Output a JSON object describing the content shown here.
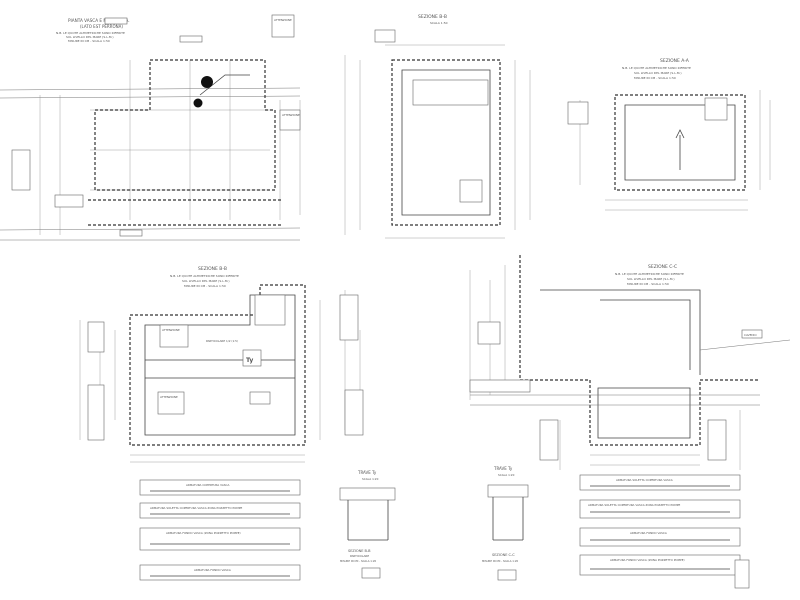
{
  "sheet": {
    "view_plan": {
      "title_line1": "PIANTA VASCA E MURI IN C.A.",
      "title_line2": "(LATO EST PERRONA)",
      "note1": "N.B. LE QUOTE ALTIMETRICHE SONO RIFERITE",
      "note2": "SUL LIVELLO DEL MARE (S.L.M.)",
      "scale": "MISURE IN CM - SCALA 1:50"
    },
    "section_bb": {
      "title": "SEZIONE B-B",
      "scale": "SCALA 1:50"
    },
    "section_aa": {
      "title": "SEZIONE A-A",
      "note1": "N.B. LE QUOTE ALTIMETRICHE SONO RIFERITE",
      "note2": "SUL LIVELLO DEL MARE (S.L.M.)",
      "scale": "MISURE IN CM - SCALA 1:50"
    },
    "section_bb2": {
      "title": "SEZIONE B-B",
      "note1": "N.B. LE QUOTE ALTIMETRICHE SONO RIFERITE",
      "note2": "SUL LIVELLO DEL MARE (S.L.M.)",
      "scale": "MISURE IN CM - SCALA 1:50",
      "tag_ty": "Ty",
      "note_part": "PARTICOLARE 1/2 (1:5)"
    },
    "section_cc": {
      "title": "SEZIONE C-C",
      "note1": "N.B. LE QUOTE ALTIMETRICHE SONO RIFERITE",
      "note2": "SUL LIVELLO DEL MARE (S.L.M.)",
      "scale": "MISURE IN CM - SCALA 1:50"
    },
    "trave1": {
      "title": "TRAVE Ty",
      "scale": "SCALA 1:20",
      "detail_title": "SEZIONE B-B",
      "detail_sub": "PARTICOLARE",
      "detail_scale": "MISURE IN CM - SCALA 1:20"
    },
    "trave2": {
      "title": "TRAVE Ty",
      "scale": "SCALA 1:20",
      "detail_title": "SEZIONE C-C",
      "detail_scale": "MISURE IN CM - SCALA 1:20"
    },
    "schedules_left": [
      "ARMATURA COPERTURA VASCA",
      "ARMATURA SOLETTA COPERTURA VASCA ZONA POZZETTO POMPE",
      "ARMATURA FONDO VASCA (ZONA POZZETTO POMPE)",
      "ARMATURA FONDO VASCA"
    ],
    "schedules_right": [
      "ARMATURA SOLETTA COPERTURA VASCA",
      "ARMATURA SOLETTA COPERTURA VASCA ZONA POZZETTO POMPE",
      "ARMATURA FONDO VASCA",
      "ARMATURA FONDO VASCA (ZONA POZZETTO POMPE)"
    ],
    "labels": {
      "attention": "ATTENZIONE",
      "cavedio": "CAVEDIO"
    }
  }
}
